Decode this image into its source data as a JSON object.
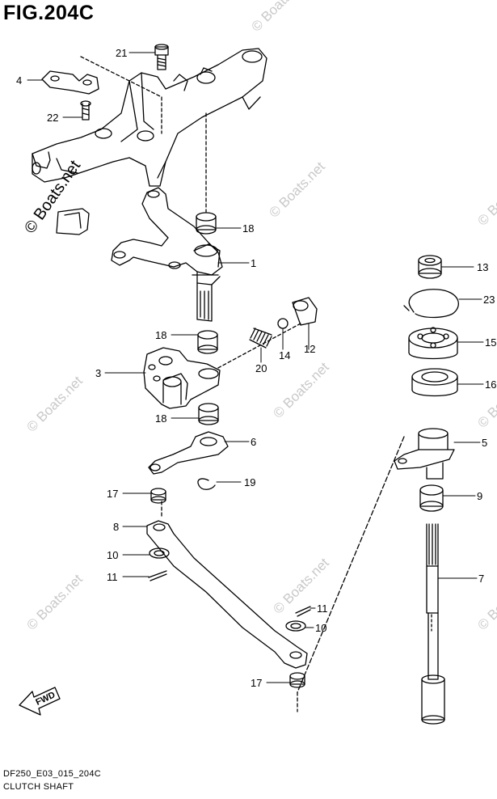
{
  "figure": {
    "title": "FIG.204C",
    "footer_code": "DF250_E03_015_204C",
    "footer_name": "CLUTCH SHAFT"
  },
  "watermark": {
    "text": "© Boats.net"
  },
  "direction_arrow": {
    "label": "FWD"
  },
  "callouts": [
    "21",
    "4",
    "22",
    "18",
    "1",
    "13",
    "23",
    "15",
    "16",
    "18",
    "3",
    "20",
    "14",
    "12",
    "18",
    "6",
    "5",
    "19",
    "17",
    "9",
    "8",
    "10",
    "11",
    "7",
    "11",
    "10",
    "17"
  ]
}
